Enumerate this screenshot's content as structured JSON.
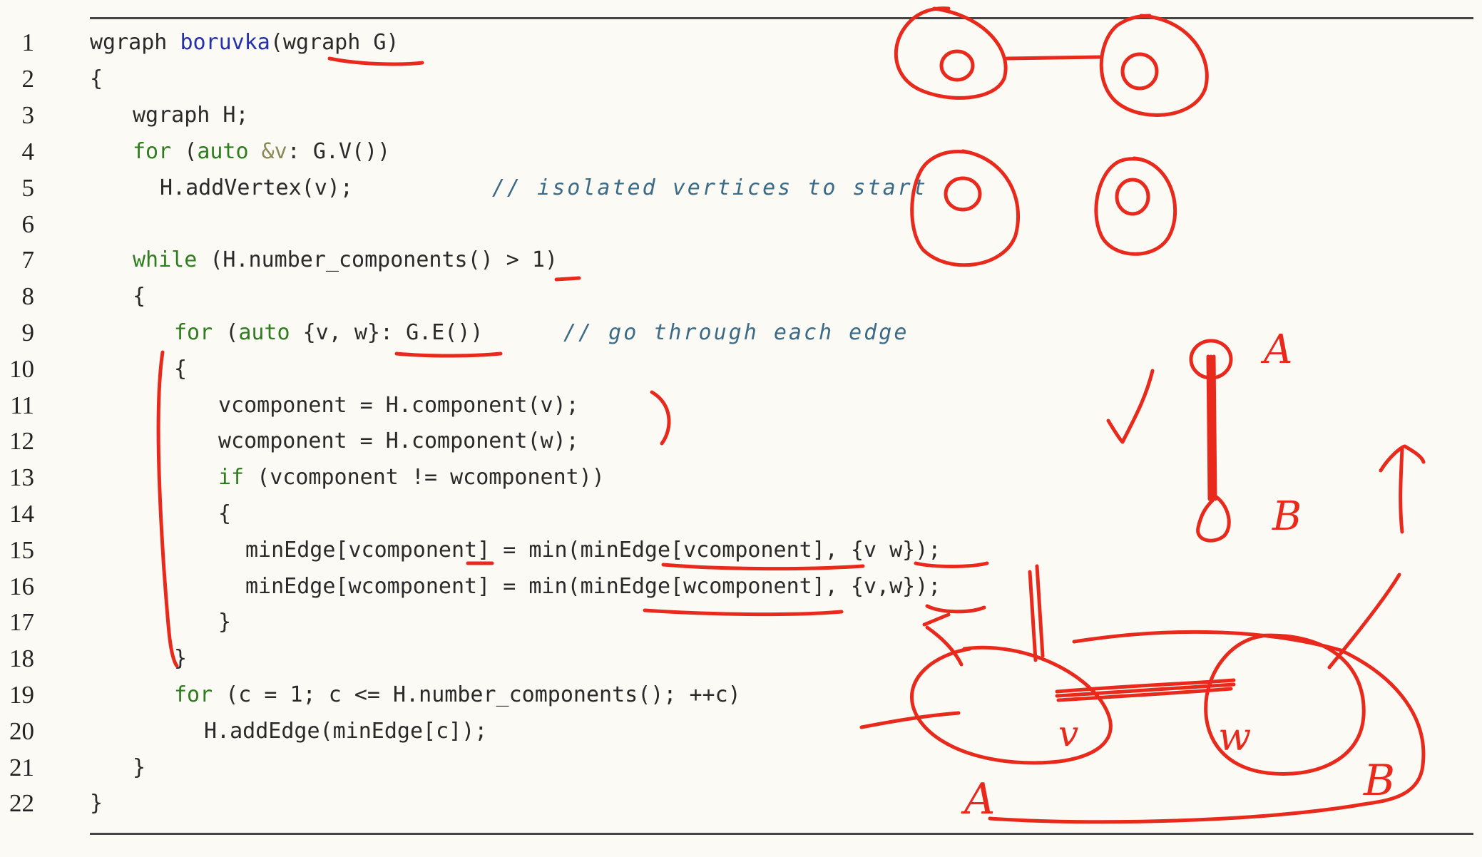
{
  "line_numbers": [
    "1",
    "2",
    "3",
    "4",
    "5",
    "6",
    "7",
    "8",
    "9",
    "10",
    "11",
    "12",
    "13",
    "14",
    "15",
    "16",
    "17",
    "18",
    "19",
    "20",
    "21",
    "22"
  ],
  "code": {
    "l1_a": "wgraph ",
    "l1_fn": "boruvka",
    "l1_b": "(wgraph G)",
    "l2": "{",
    "l3": "wgraph H;",
    "l4_kw1": "for",
    "l4_b": " (",
    "l4_kw2": "auto",
    "l4_c": " ",
    "l4_amp": "&v",
    "l4_d": ": G.V())",
    "l5": "H.addVertex(v);",
    "l5_comment": "// isolated vertices to start",
    "l7_kw": "while",
    "l7_b": " (H.number_components() > 1)",
    "l8": "{",
    "l9_kw1": "for",
    "l9_b": " (",
    "l9_kw2": "auto",
    "l9_c": " {v, w}: G.E())",
    "l9_comment": "// go through each edge",
    "l10": "{",
    "l11": "vcomponent = H.component(v);",
    "l12": "wcomponent = H.component(w);",
    "l13_kw": "if",
    "l13_b": " (vcomponent != wcomponent))",
    "l14": "{",
    "l15": "minEdge[vcomponent] = min(minEdge[vcomponent], {v w});",
    "l16": "minEdge[wcomponent] = min(minEdge[wcomponent], {v,w});",
    "l17": "}",
    "l18": "}",
    "l19_kw": "for",
    "l19_b": " (c = 1; c <= H.number_components(); ++c)",
    "l20": "H.addEdge(minEdge[c]);",
    "l21": "}",
    "l22": "}"
  },
  "annotations": {
    "label_a_top": "A",
    "label_b_top": "B",
    "label_a_bottom": "A",
    "label_b_bottom": "B",
    "label_v": "v",
    "label_w": "w",
    "ink_color": "#e8291c"
  }
}
